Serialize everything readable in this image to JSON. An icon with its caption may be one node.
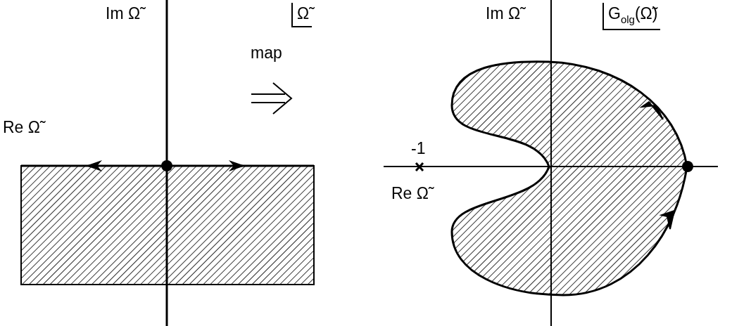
{
  "diagram": {
    "labels": [
      "Im Ω̃",
      "Ω̃",
      "Im Ω̃",
      "G$_{olg}$(Ω̃)",
      "map",
      "Re Ω̃",
      "-1",
      "Re Ω̃"
    ]
  }
}
